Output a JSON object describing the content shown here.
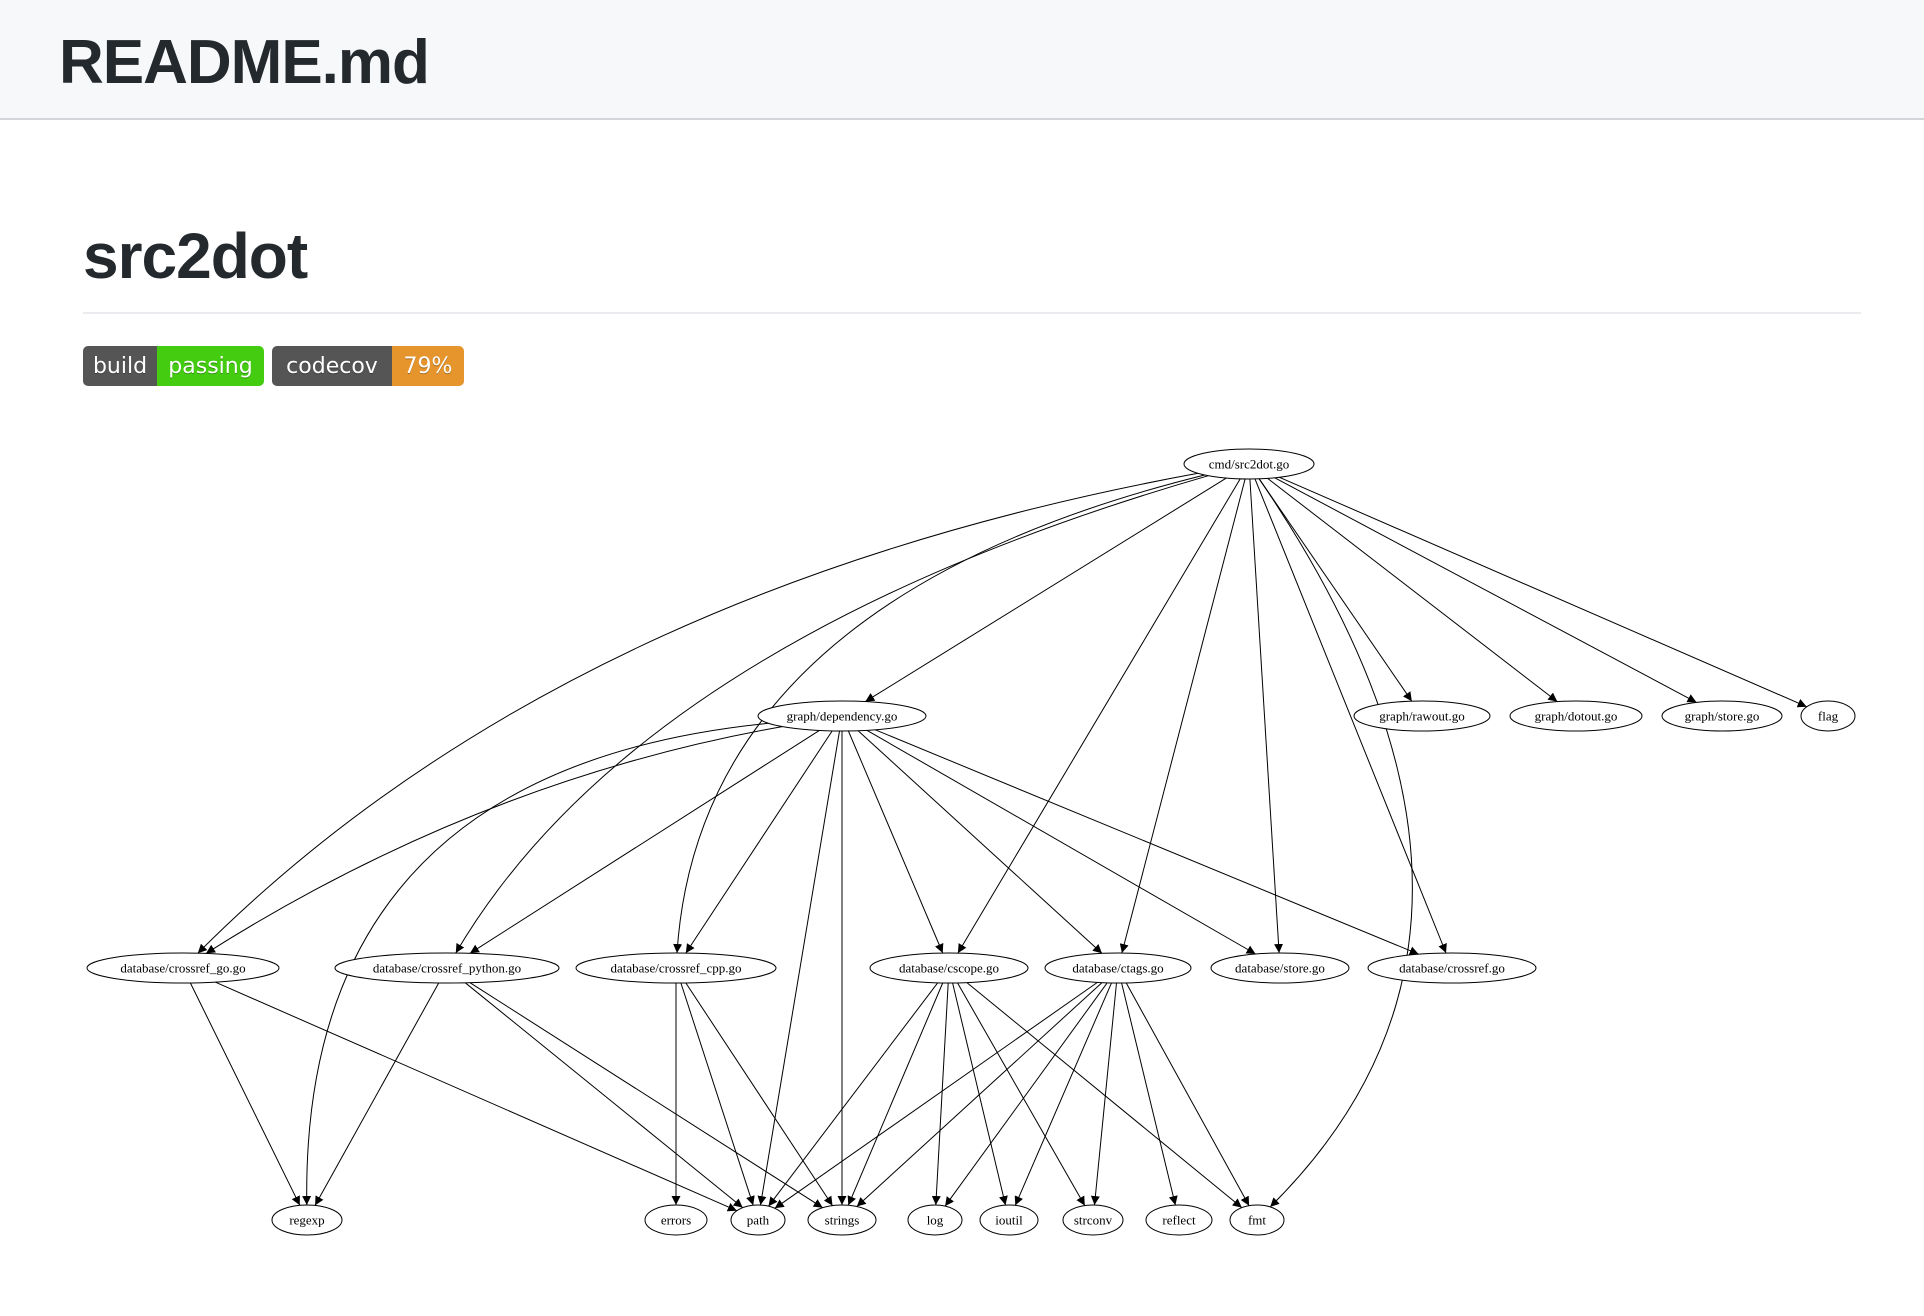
{
  "file_header": {
    "filename": "README.md"
  },
  "readme": {
    "title": "src2dot"
  },
  "badges": [
    {
      "label": "build",
      "value": "passing",
      "color": "#4c1"
    },
    {
      "label": "codecov",
      "value": "79%",
      "color": "#e5952b"
    }
  ],
  "graph": {
    "nodes": [
      {
        "id": "cmd",
        "label": "cmd/src2dot.go"
      },
      {
        "id": "dep",
        "label": "graph/dependency.go"
      },
      {
        "id": "rawout",
        "label": "graph/rawout.go"
      },
      {
        "id": "dotout",
        "label": "graph/dotout.go"
      },
      {
        "id": "gstore",
        "label": "graph/store.go"
      },
      {
        "id": "flag",
        "label": "flag"
      },
      {
        "id": "xgo",
        "label": "database/crossref_go.go"
      },
      {
        "id": "xpy",
        "label": "database/crossref_python.go"
      },
      {
        "id": "xcpp",
        "label": "database/crossref_cpp.go"
      },
      {
        "id": "cscope",
        "label": "database/cscope.go"
      },
      {
        "id": "ctags",
        "label": "database/ctags.go"
      },
      {
        "id": "dstore",
        "label": "database/store.go"
      },
      {
        "id": "xref",
        "label": "database/crossref.go"
      },
      {
        "id": "regexp",
        "label": "regexp"
      },
      {
        "id": "errors",
        "label": "errors"
      },
      {
        "id": "path",
        "label": "path"
      },
      {
        "id": "strings",
        "label": "strings"
      },
      {
        "id": "log",
        "label": "log"
      },
      {
        "id": "ioutil",
        "label": "ioutil"
      },
      {
        "id": "strconv",
        "label": "strconv"
      },
      {
        "id": "reflect",
        "label": "reflect"
      },
      {
        "id": "fmt",
        "label": "fmt"
      }
    ],
    "edges": [
      [
        "cmd",
        "dep"
      ],
      [
        "cmd",
        "xgo"
      ],
      [
        "cmd",
        "xpy"
      ],
      [
        "cmd",
        "xcpp"
      ],
      [
        "cmd",
        "cscope"
      ],
      [
        "cmd",
        "ctags"
      ],
      [
        "cmd",
        "dstore"
      ],
      [
        "cmd",
        "xref"
      ],
      [
        "cmd",
        "fmt"
      ],
      [
        "cmd",
        "rawout"
      ],
      [
        "cmd",
        "dotout"
      ],
      [
        "cmd",
        "gstore"
      ],
      [
        "cmd",
        "flag"
      ],
      [
        "dep",
        "xgo"
      ],
      [
        "dep",
        "xpy"
      ],
      [
        "dep",
        "xcpp"
      ],
      [
        "dep",
        "cscope"
      ],
      [
        "dep",
        "ctags"
      ],
      [
        "dep",
        "dstore"
      ],
      [
        "dep",
        "xref"
      ],
      [
        "dep",
        "path"
      ],
      [
        "dep",
        "strings"
      ],
      [
        "dep",
        "regexp"
      ],
      [
        "xgo",
        "regexp"
      ],
      [
        "xgo",
        "path"
      ],
      [
        "xpy",
        "regexp"
      ],
      [
        "xpy",
        "path"
      ],
      [
        "xpy",
        "strings"
      ],
      [
        "xcpp",
        "errors"
      ],
      [
        "xcpp",
        "path"
      ],
      [
        "xcpp",
        "strings"
      ],
      [
        "cscope",
        "path"
      ],
      [
        "cscope",
        "strings"
      ],
      [
        "cscope",
        "log"
      ],
      [
        "cscope",
        "ioutil"
      ],
      [
        "cscope",
        "strconv"
      ],
      [
        "cscope",
        "fmt"
      ],
      [
        "ctags",
        "path"
      ],
      [
        "ctags",
        "strings"
      ],
      [
        "ctags",
        "log"
      ],
      [
        "ctags",
        "ioutil"
      ],
      [
        "ctags",
        "strconv"
      ],
      [
        "ctags",
        "reflect"
      ],
      [
        "ctags",
        "fmt"
      ]
    ]
  }
}
